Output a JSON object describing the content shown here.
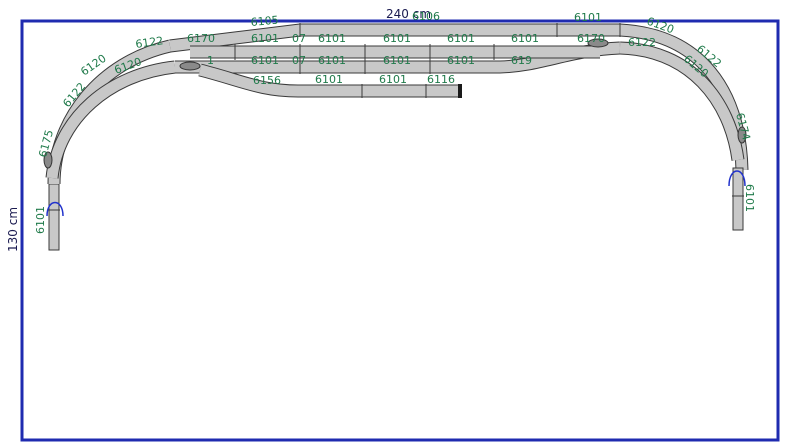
{
  "dimensions": {
    "width_label": "240 cm",
    "height_label": "130 cm"
  },
  "colors": {
    "frame": "#1f2bb0",
    "track_fill": "#c8c8c8",
    "track_outline": "#3a3a3a",
    "label": "#1f7a4a",
    "dimension_text": "#1a1a50"
  },
  "labels": {
    "l6101_left": "6101",
    "l6175_left": "6175",
    "l6122_left_low": "6122",
    "l6120_left_outer": "6120",
    "l6120_left_inner": "6120",
    "l6122_top_left": "6122",
    "l6170_top": "6170",
    "l6105_top": "6105",
    "l6106_top": "6106",
    "l6101_top_a": "6101",
    "l07_top": "07",
    "l6101_top_b": "6101",
    "l6101_top_c": "6101",
    "l6101_top_d": "6101",
    "l6101_top_e": "6101",
    "l6101_top_f": "6101",
    "l6170_top_right": "6170",
    "l6122_top_right": "6122",
    "l6120_right_outer": "6120",
    "l6122_right": "6122",
    "l6120_right_inner": "6120",
    "l6174_right": "6174",
    "l6101_right": "6101",
    "l6101_mid_a": "6101",
    "l07_mid": "07",
    "l6101_mid_b": "6101",
    "l6101_mid_c": "6101",
    "l6101_mid_d": "6101",
    "l619_mid": "619",
    "l1_mid": "1",
    "l6156_low": "6156",
    "l6101_low_a": "6101",
    "l6101_low_b": "6101",
    "l6116_low": "6116"
  }
}
